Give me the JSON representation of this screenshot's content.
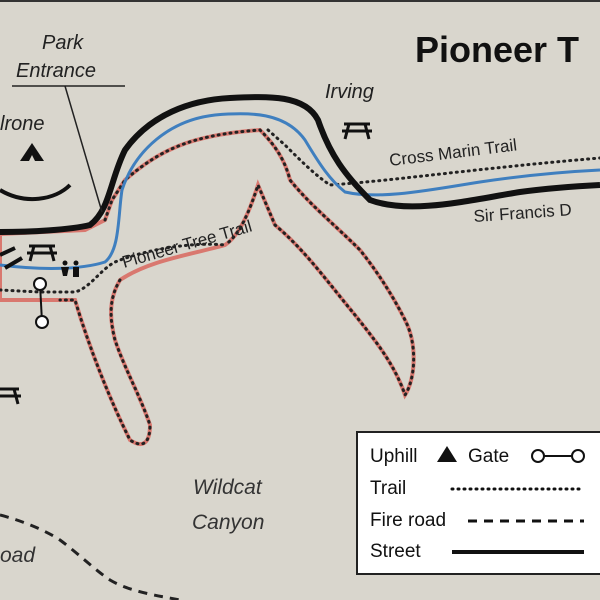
{
  "title": "Pioneer T",
  "places": {
    "park_entrance_line1": "Park",
    "park_entrance_line2": "Entrance",
    "irving": "Irving",
    "camp": "lrone",
    "wildcat_line1": "Wildcat",
    "wildcat_line2": "Canyon",
    "road_fragment": "oad"
  },
  "trails": {
    "cross_marin": "Cross Marin Trail",
    "sir_francis": "Sir Francis D",
    "pioneer_tree": "Pioneer Tree Trail"
  },
  "legend": {
    "uphill": "Uphill",
    "gate": "Gate",
    "trail": "Trail",
    "fire_road": "Fire road",
    "street": "Street"
  },
  "icons": [
    "picnic-table-icon",
    "campground-tent-icon",
    "restroom-icon",
    "uphill-triangle-icon",
    "gate-icon"
  ],
  "colors": {
    "background": "#d9d6cd",
    "street": "#111111",
    "creek": "#3f7fbf",
    "park_outline": "#d9786f",
    "text": "#222222"
  }
}
